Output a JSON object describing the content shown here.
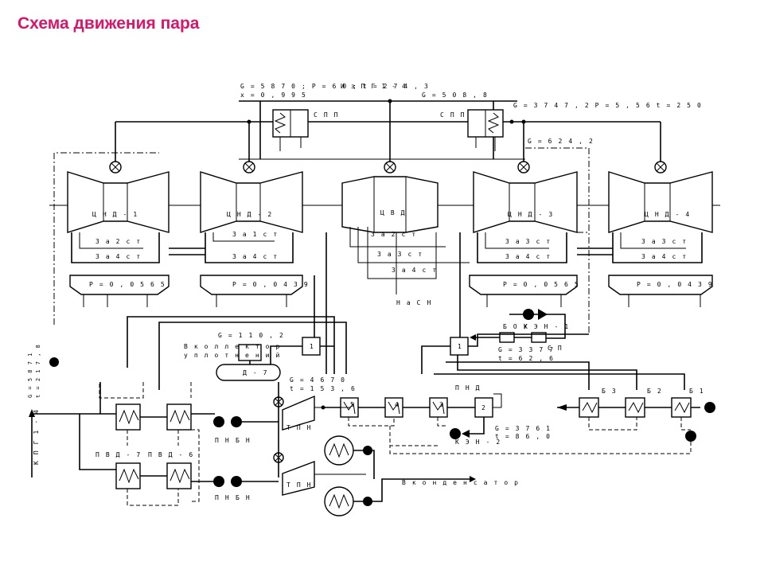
{
  "title": "Схема движения пара",
  "top": {
    "inlet": "G = 5 8 7 0 ; P = 6 0 ; t = 2 7 4 , 3",
    "inlet_x": "x = 0 , 9 9 5",
    "from_pg": "И з  П Г  1 - 4",
    "g_508": "G = 5 0 8 , 8",
    "g_3747": "G = 3 7 4 7 , 2  P = 5 , 5 6  t =  2 5 0",
    "g_624": "G = 6 2 4 , 2",
    "spp1": "С П П",
    "spp2": "С П П"
  },
  "turbines": {
    "cnd1": "Ц Н Д - 1",
    "cnd2": "Ц Н Д - 2",
    "cvd": "Ц В Д",
    "cnd3": "Ц Н Д - 3",
    "cnd4": "Ц Н Д - 4"
  },
  "extractions": {
    "za2st": "З а  2 с т",
    "za1st": "З а  1 с т",
    "za3st": "З а  3 с т",
    "za4st": "З а  4 с т",
    "p1": "P = 0 , 0 5 6 5",
    "p2": "P = 0 , 0 4 3 9",
    "p3": "P = 0 , 0 5 6 5",
    "p4": "P = 0 , 0 4 3 9",
    "nasn": "Н а  С Н"
  },
  "lower": {
    "g110": "G = 1 1 0 , 2",
    "collector1": "В  к о л л е к т о р",
    "collector2": "у п л о т н е н и й",
    "d7": "Д - 7",
    "g4670": "G = 4 6 7 0",
    "t153": "t = 1 5 3 , 6",
    "g3377": "G = 3 3 7 7",
    "t62": "t = 6 2 , 6",
    "g3761": "G = 3 7 6 1",
    "t86": "t = 8 6 , 0",
    "bou": "Б О У",
    "ken1": "К Э Н - 1",
    "sp": "С П",
    "pnd": "П Н Д",
    "ken2": "К Э Н - 2",
    "tpn1": "Т П Н",
    "tpn2": "Т П Н",
    "to_condenser": "В  к о н д е н с а т о р",
    "pvd7": "П В Д - 7",
    "pvd6": "П В Д - 6",
    "pn1": "П Н",
    "bn1": "Б Н",
    "pn2": "П Н",
    "bn2": "Б Н",
    "kpg": "К П Г 1 - 4",
    "g5871": "G = 5 8 7 1",
    "t217": "t = 2 1 7 , 8",
    "b3": "Б 3",
    "b2": "Б 2",
    "b1": "Б 1",
    "h1": "1",
    "h1b": "1",
    "h2": "2",
    "h3": "3",
    "h4": "4",
    "h5": "5"
  }
}
